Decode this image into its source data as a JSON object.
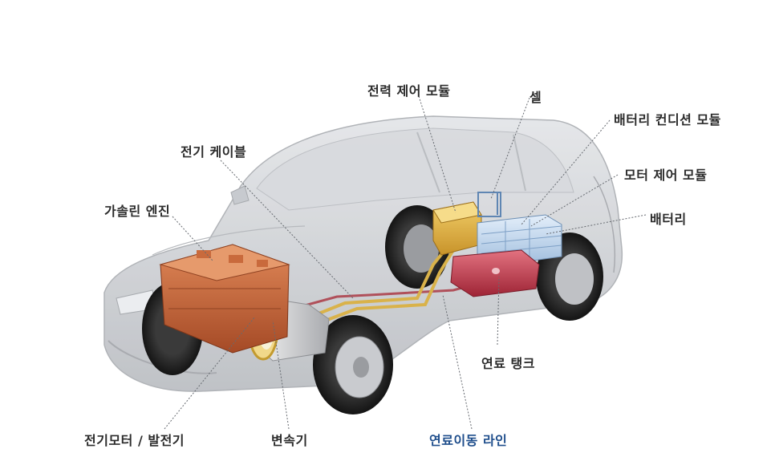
{
  "labels": {
    "power_control_module": "전력 제어 모듈",
    "cell": "셀",
    "battery_conditioning_module": "배터리 컨디션 모듈",
    "motor_control_module": "모터 제어 모듈",
    "battery": "배터리",
    "electric_cable": "전기 케이블",
    "gasoline_engine": "가솔린 엔진",
    "fuel_tank": "연료 탱크",
    "motor_generator": "전기모터 / 발전기",
    "transmission": "변속기",
    "fuel_line": "연료이동 라인"
  },
  "colors": {
    "car_body": "#c9ccd0",
    "engine": "#c8663a",
    "power_module": "#e2b33a",
    "battery": "#b9d3ec",
    "fuel_tank": "#c13a4a",
    "cable": "#d9b24a",
    "fuel_line_text": "#1f4e8c"
  }
}
